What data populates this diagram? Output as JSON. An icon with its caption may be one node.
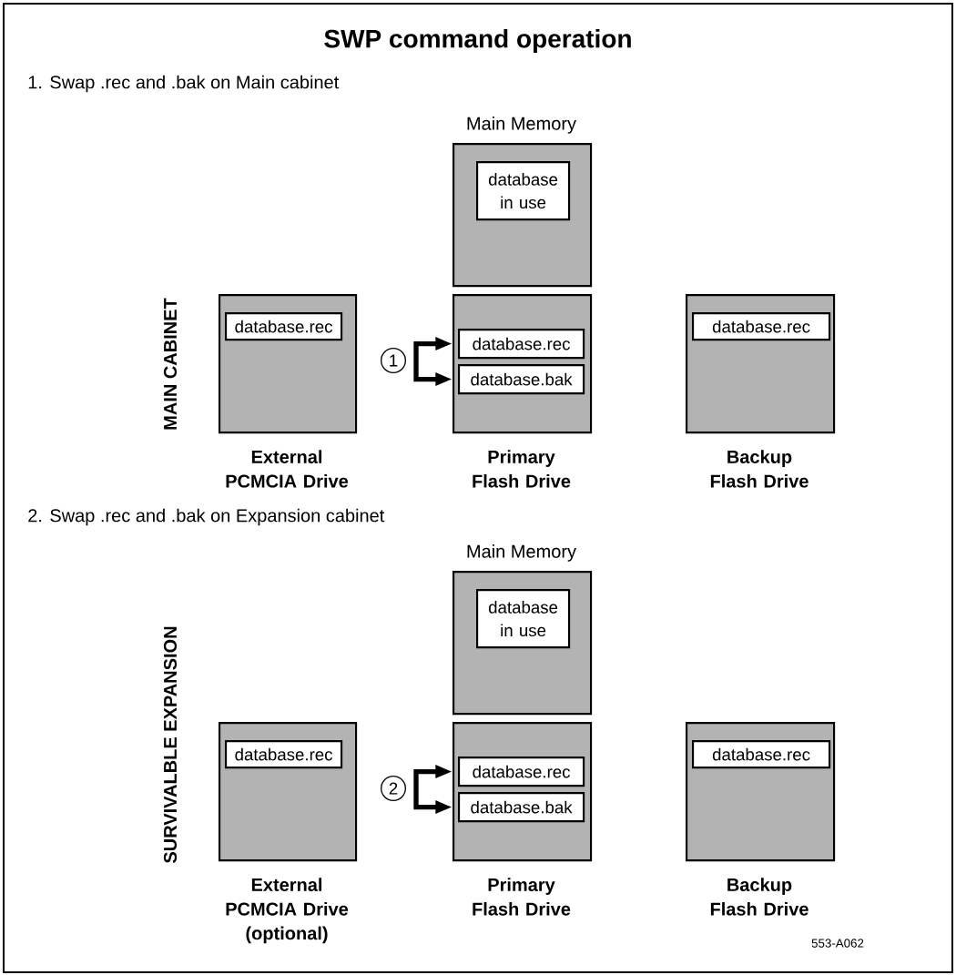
{
  "diagram": {
    "title": "SWP command operation",
    "nodes": [
      {
        "text": [
          "Main Memory"
        ]
      },
      {
        "text": [
          "database in use"
        ],
        "in": 0
      },
      {
        "text": [
          "External PCMCIA Drive"
        ]
      },
      {
        "text": [
          "database.rec"
        ],
        "in": 2
      },
      {
        "text": [
          "Primary Flash Drive"
        ]
      },
      {
        "text": [
          "database.rec"
        ],
        "in": 4
      },
      {
        "text": [
          "database.bak"
        ],
        "in": 4
      },
      {
        "text": [
          "Backup Flash Drive"
        ]
      },
      {
        "text": [
          "database.rec"
        ],
        "in": 7
      },
      {
        "text": [
          "Main Memory"
        ]
      },
      {
        "text": [
          "database in use"
        ],
        "in": 9
      },
      {
        "text": [
          "External PCMCIA Drive (optional)"
        ]
      },
      {
        "text": [
          "database.rec"
        ],
        "in": 11
      },
      {
        "text": [
          "Primary Flash Drive"
        ]
      },
      {
        "text": [
          "database.rec"
        ],
        "in": 13
      },
      {
        "text": [
          "database.bak"
        ],
        "in": 13
      },
      {
        "text": [
          "Backup Flash Drive"
        ]
      },
      {
        "text": [
          "database.rec"
        ],
        "in": 16
      }
    ],
    "edges": [
      {
        "from": 5,
        "to": 6,
        "arrow": "both",
        "label": "1"
      },
      {
        "from": 14,
        "to": 15,
        "arrow": "both",
        "label": "2"
      }
    ],
    "labels": [
      "1. Swap .rec and .bak on Main cabinet",
      "MAIN CABINET",
      "2. Swap .rec and .bak on Expansion cabinet",
      "SURVIVALBLE EXPANSION",
      "553-A062"
    ]
  }
}
